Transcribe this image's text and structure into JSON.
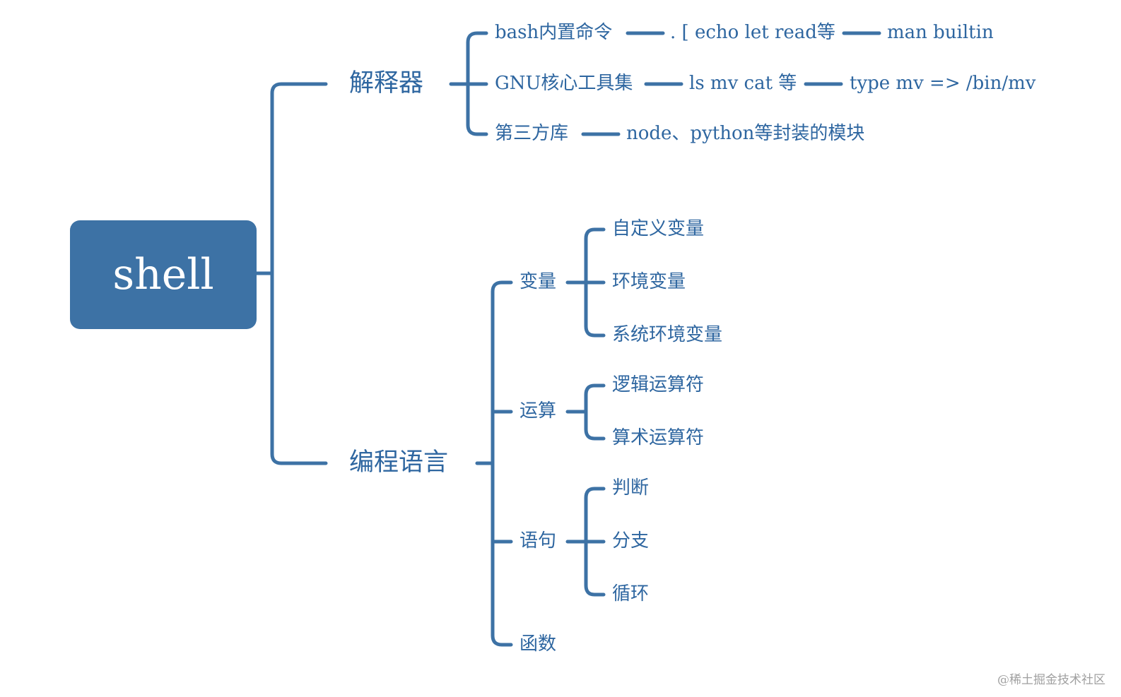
{
  "root": {
    "label": "shell"
  },
  "branches": [
    {
      "label": "解释器",
      "children": [
        {
          "label": "bash内置命令",
          "chain": [
            ". [ echo let read等",
            "man builtin"
          ]
        },
        {
          "label": "GNU核心工具集",
          "chain": [
            "ls mv cat 等",
            "type mv => /bin/mv"
          ]
        },
        {
          "label": "第三方库",
          "chain": [
            "node、python等封装的模块"
          ]
        }
      ]
    },
    {
      "label": "编程语言",
      "children": [
        {
          "label": "变量",
          "children": [
            "自定义变量",
            "环境变量",
            "系统环境变量"
          ]
        },
        {
          "label": "运算",
          "children": [
            "逻辑运算符",
            "算术运算符"
          ]
        },
        {
          "label": "语句",
          "children": [
            "判断",
            "分支",
            "循环"
          ]
        },
        {
          "label": "函数"
        }
      ]
    }
  ],
  "watermark": "@稀土掘金技术社区",
  "colors": {
    "line": "#3d72a5",
    "text": "#2e66a0",
    "root_fill": "#3d72a5",
    "root_text": "#ffffff"
  }
}
